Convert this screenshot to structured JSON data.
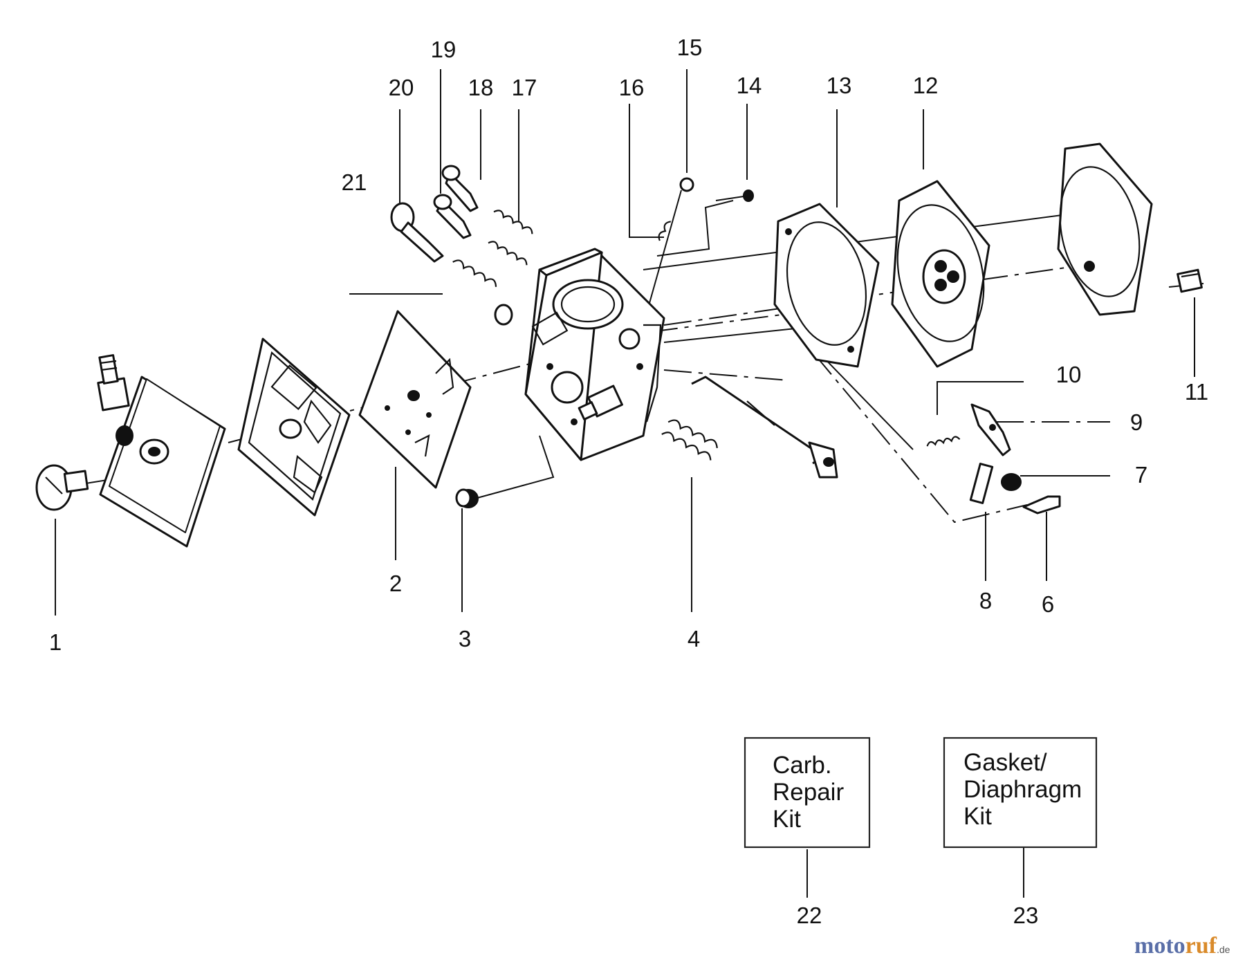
{
  "callouts": [
    "1",
    "2",
    "3",
    "4",
    "6",
    "7",
    "8",
    "9",
    "10",
    "11",
    "12",
    "13",
    "14",
    "15",
    "16",
    "17",
    "18",
    "19",
    "20",
    "21",
    "22",
    "23"
  ],
  "kits": {
    "carb_repair": [
      "Carb.",
      "Repair",
      "Kit"
    ],
    "gasket_diaphragm": [
      "Gasket/",
      "Diaphragm",
      "Kit"
    ]
  },
  "watermark": {
    "part1": "moto",
    "part2": "ruf",
    "suffix": ".de"
  }
}
